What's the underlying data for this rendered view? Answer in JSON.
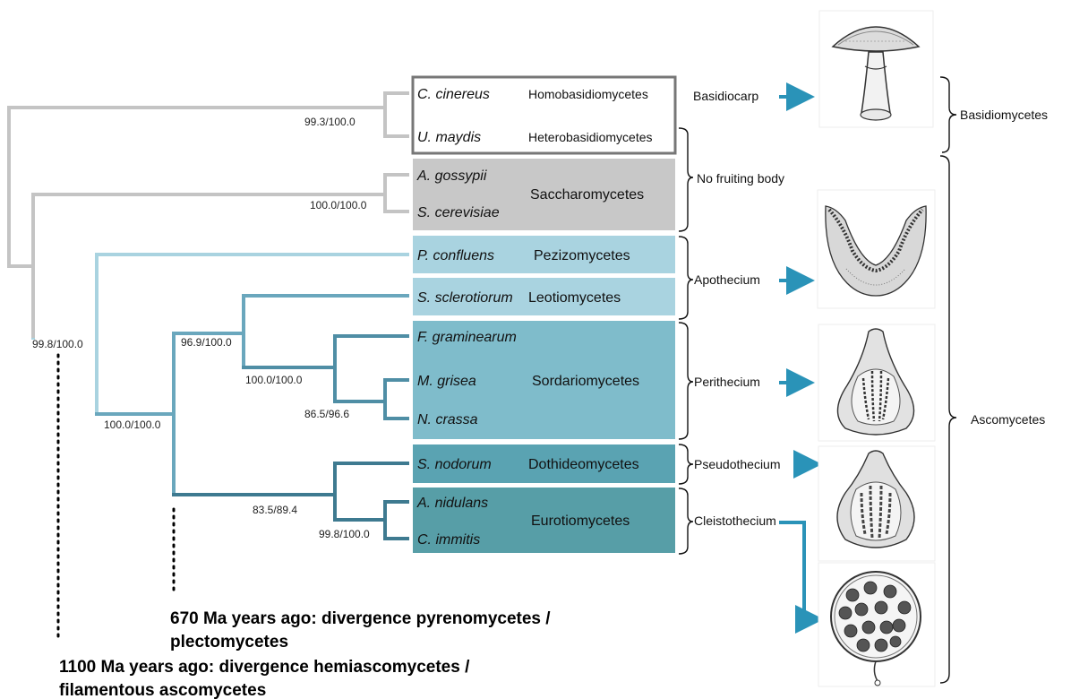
{
  "taxa": [
    {
      "species": "C. cinereus",
      "class_label": "Homobasidiomycetes"
    },
    {
      "species": "U. maydis",
      "class_label": "Heterobasidiomycetes"
    },
    {
      "species": "A. gossypii",
      "class_label": ""
    },
    {
      "species": "S. cerevisiae",
      "class_label": ""
    },
    {
      "species": "P. confluens",
      "class_label": "Pezizomycetes"
    },
    {
      "species": "S. sclerotiorum",
      "class_label": "Leotiomycetes"
    },
    {
      "species": "F. graminearum",
      "class_label": ""
    },
    {
      "species": "M. grisea",
      "class_label": ""
    },
    {
      "species": "N. crassa",
      "class_label": ""
    },
    {
      "species": "S. nodorum",
      "class_label": "Dothideomycetes"
    },
    {
      "species": "A. nidulans",
      "class_label": ""
    },
    {
      "species": "C. immitis",
      "class_label": ""
    }
  ],
  "classes": {
    "saccharomycetes": "Saccharomycetes",
    "sordariomycetes": "Sordariomycetes",
    "eurotiomycetes": "Eurotiomycetes"
  },
  "support_values": {
    "basidio": "99.3/100.0",
    "saccharo": "100.0/100.0",
    "root": "99.8/100.0",
    "pezizo": "100.0/100.0",
    "leotio_sordario": "96.9/100.0",
    "sordario": "100.0/100.0",
    "mgrisea_ncrassa": "86.5/96.6",
    "dothideo_euro": "83.5/89.4",
    "euro": "99.8/100.0"
  },
  "structures": {
    "basidiocarp": "Basidiocarp",
    "no_fruiting": "No fruiting body",
    "apothecium": "Apothecium",
    "perithecium": "Perithecium",
    "pseudothecium": "Pseudothecium",
    "cleistothecium": "Cleistothecium"
  },
  "groups": {
    "basidiomycetes": "Basidiomycetes",
    "ascomycetes": "Ascomycetes"
  },
  "notes": {
    "ma670_line1": "670 Ma years ago: divergence pyrenomycetes /",
    "ma670_line2": "plectomycetes",
    "ma1100_line1": "1100 Ma years ago: divergence hemiascomycetes /",
    "ma1100_line2": "filamentous ascomycetes"
  },
  "colors": {
    "basidio_branch": "#c4c4c4",
    "saccharo_box": "#c8c8c8",
    "pezizo_box": "#a9d3e0",
    "sordario_box": "#7fbccb",
    "dothideo_box": "#5aa3b2",
    "euro_box": "#579ea7",
    "arrow": "#2a93b8"
  }
}
